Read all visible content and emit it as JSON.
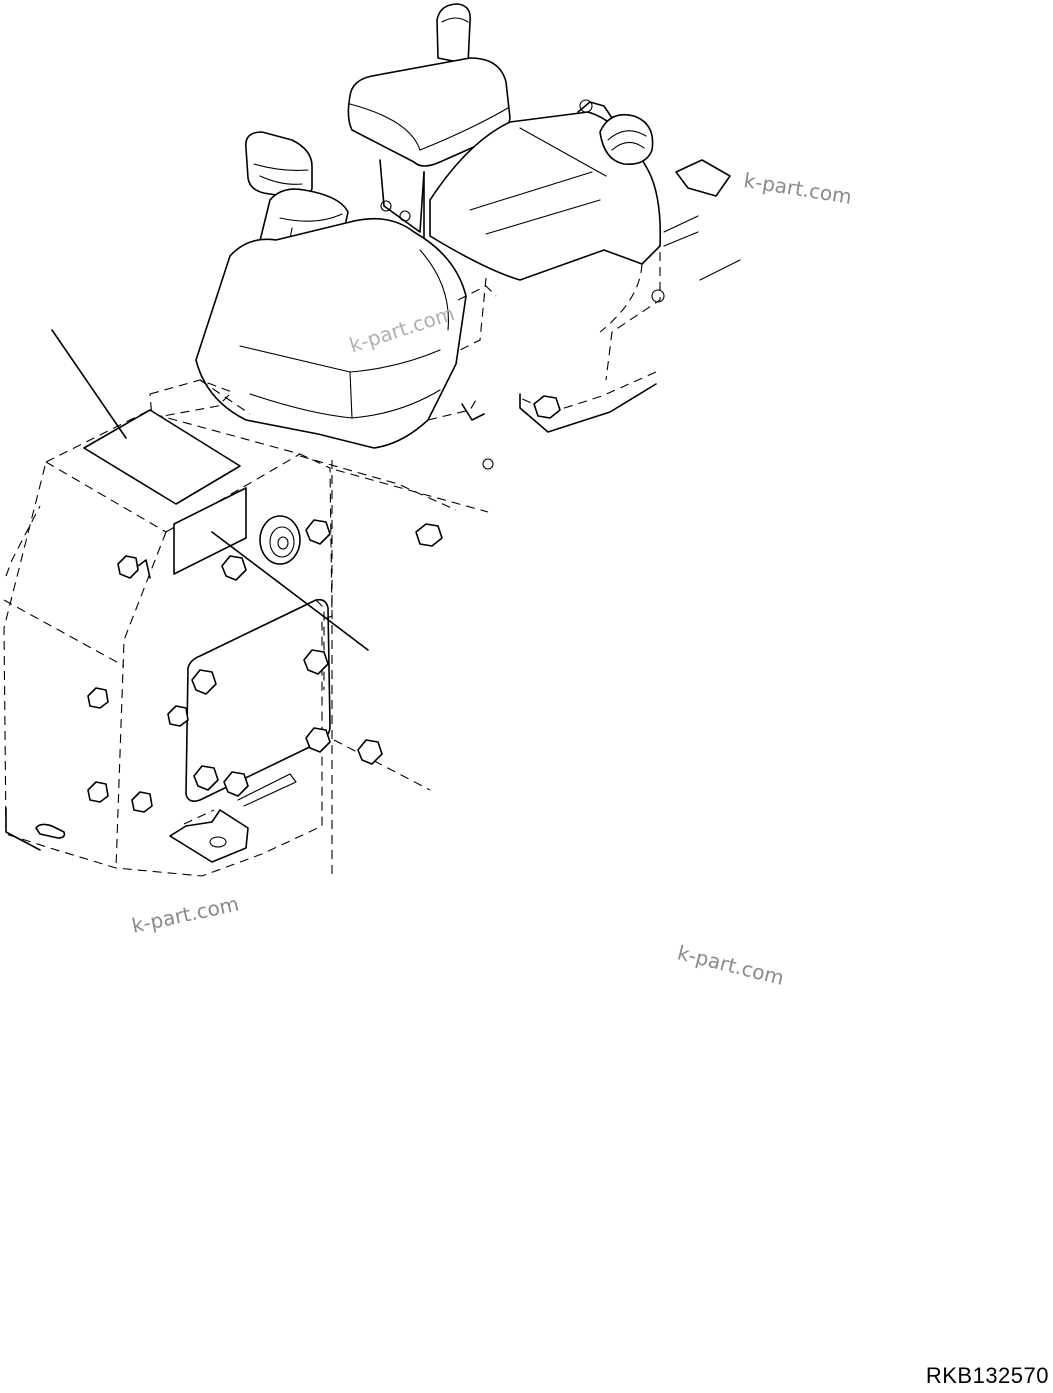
{
  "diagram": {
    "watermarks": [
      "k-part.com",
      "k-part.com",
      "k-part.com",
      "k-part.com"
    ],
    "drawing_number": "RKB132570",
    "line_color": "#000000",
    "watermark_color": "#8a8a8a",
    "background_color": "#ffffff"
  }
}
